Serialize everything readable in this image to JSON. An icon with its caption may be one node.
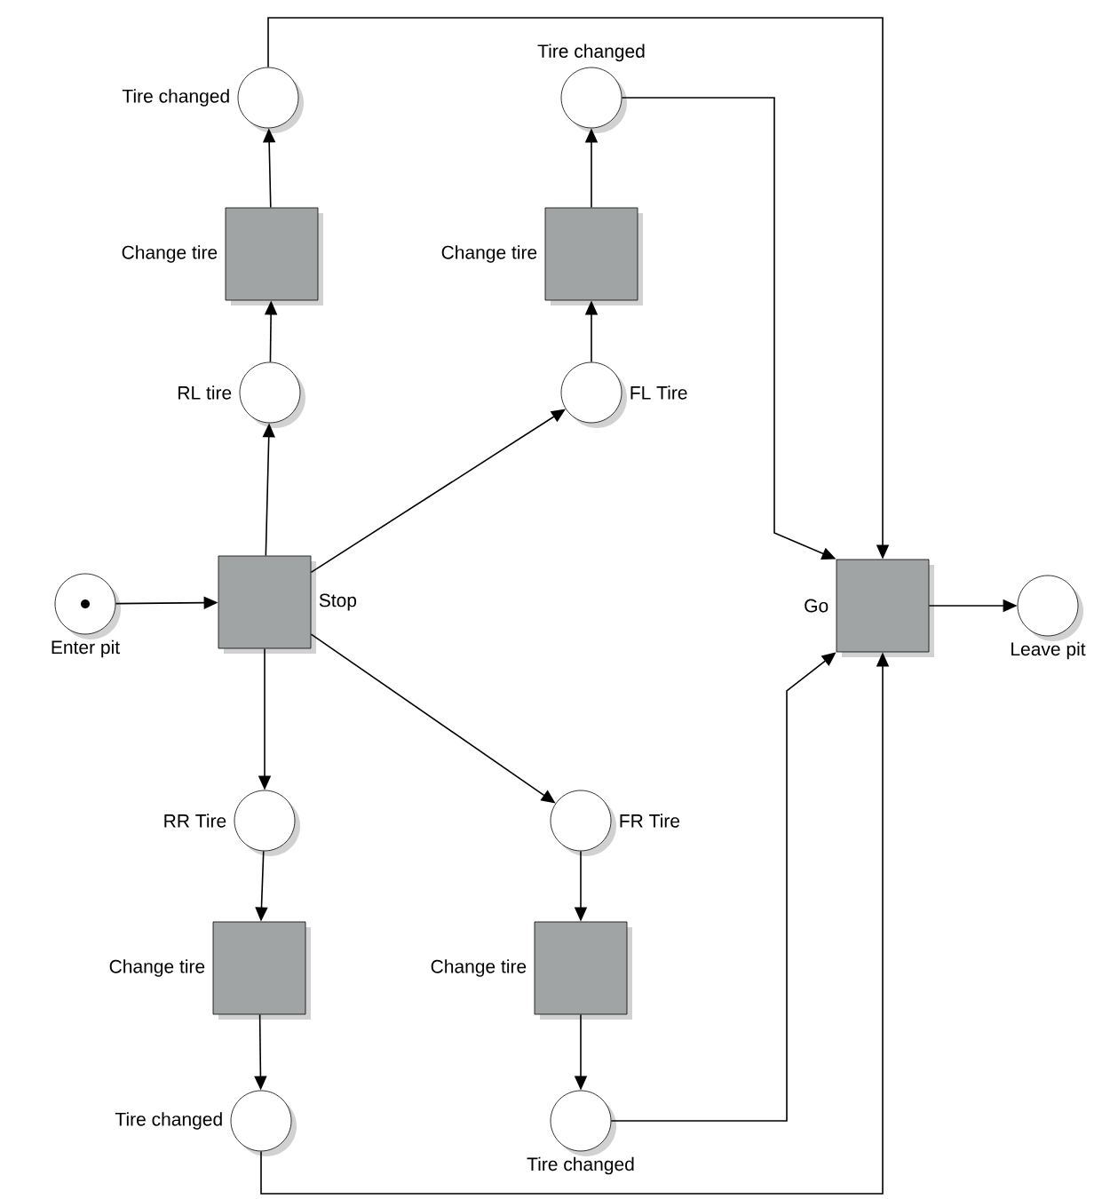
{
  "diagram": {
    "nodes": [
      {
        "text": [
          "Tire changed"
        ]
      },
      {
        "text": [
          "Tire changed"
        ]
      },
      {
        "text": [
          "Change tire"
        ]
      },
      {
        "text": [
          "Change tire"
        ]
      },
      {
        "text": [
          "RL tire"
        ]
      },
      {
        "text": [
          "FL Tire"
        ]
      },
      {
        "text": [
          "Enter pit"
        ]
      },
      {
        "text": [
          "Stop"
        ]
      },
      {
        "text": [
          "Go"
        ]
      },
      {
        "text": [
          "Leave pit"
        ]
      },
      {
        "text": [
          "RR Tire"
        ]
      },
      {
        "text": [
          "FR Tire"
        ]
      },
      {
        "text": [
          "Change tire"
        ]
      },
      {
        "text": [
          "Change tire"
        ]
      },
      {
        "text": [
          "Tire changed"
        ]
      },
      {
        "text": [
          "Tire changed"
        ]
      }
    ],
    "edges": [
      {
        "from": 6,
        "to": 7,
        "arrow": "to"
      },
      {
        "from": 7,
        "to": 4,
        "arrow": "to"
      },
      {
        "from": 4,
        "to": 2,
        "arrow": "to"
      },
      {
        "from": 2,
        "to": 0,
        "arrow": "to"
      },
      {
        "from": 7,
        "to": 5,
        "arrow": "to"
      },
      {
        "from": 5,
        "to": 3,
        "arrow": "to"
      },
      {
        "from": 3,
        "to": 1,
        "arrow": "to"
      },
      {
        "from": 7,
        "to": 10,
        "arrow": "to"
      },
      {
        "from": 10,
        "to": 12,
        "arrow": "to"
      },
      {
        "from": 12,
        "to": 14,
        "arrow": "to"
      },
      {
        "from": 7,
        "to": 11,
        "arrow": "to"
      },
      {
        "from": 11,
        "to": 13,
        "arrow": "to"
      },
      {
        "from": 13,
        "to": 15,
        "arrow": "to"
      },
      {
        "from": 0,
        "to": 8,
        "arrow": "to"
      },
      {
        "from": 1,
        "to": 8,
        "arrow": "to"
      },
      {
        "from": 15,
        "to": 8,
        "arrow": "to"
      },
      {
        "from": 14,
        "to": 8,
        "arrow": "to"
      },
      {
        "from": 8,
        "to": 9,
        "arrow": "to"
      }
    ]
  }
}
